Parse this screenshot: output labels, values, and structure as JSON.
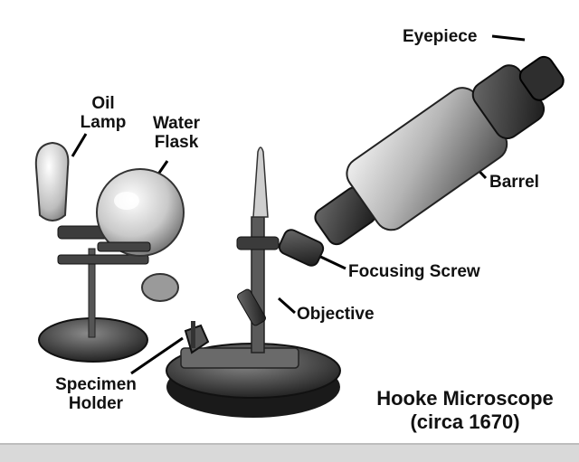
{
  "labels": {
    "eyepiece": "Eyepiece",
    "oil_lamp_line1": "Oil",
    "oil_lamp_line2": "Lamp",
    "water_flask_line1": "Water",
    "water_flask_line2": "Flask",
    "barrel": "Barrel",
    "focusing_screw": "Focusing Screw",
    "objective": "Objective",
    "specimen_holder_line1": "Specimen",
    "specimen_holder_line2": "Holder"
  },
  "title": {
    "line1": "Hooke Microscope",
    "line2": "(circa 1670)"
  },
  "colors": {
    "background": "#ffffff",
    "label_text": "#111111",
    "bottom_bar": "#d9d9d9"
  }
}
